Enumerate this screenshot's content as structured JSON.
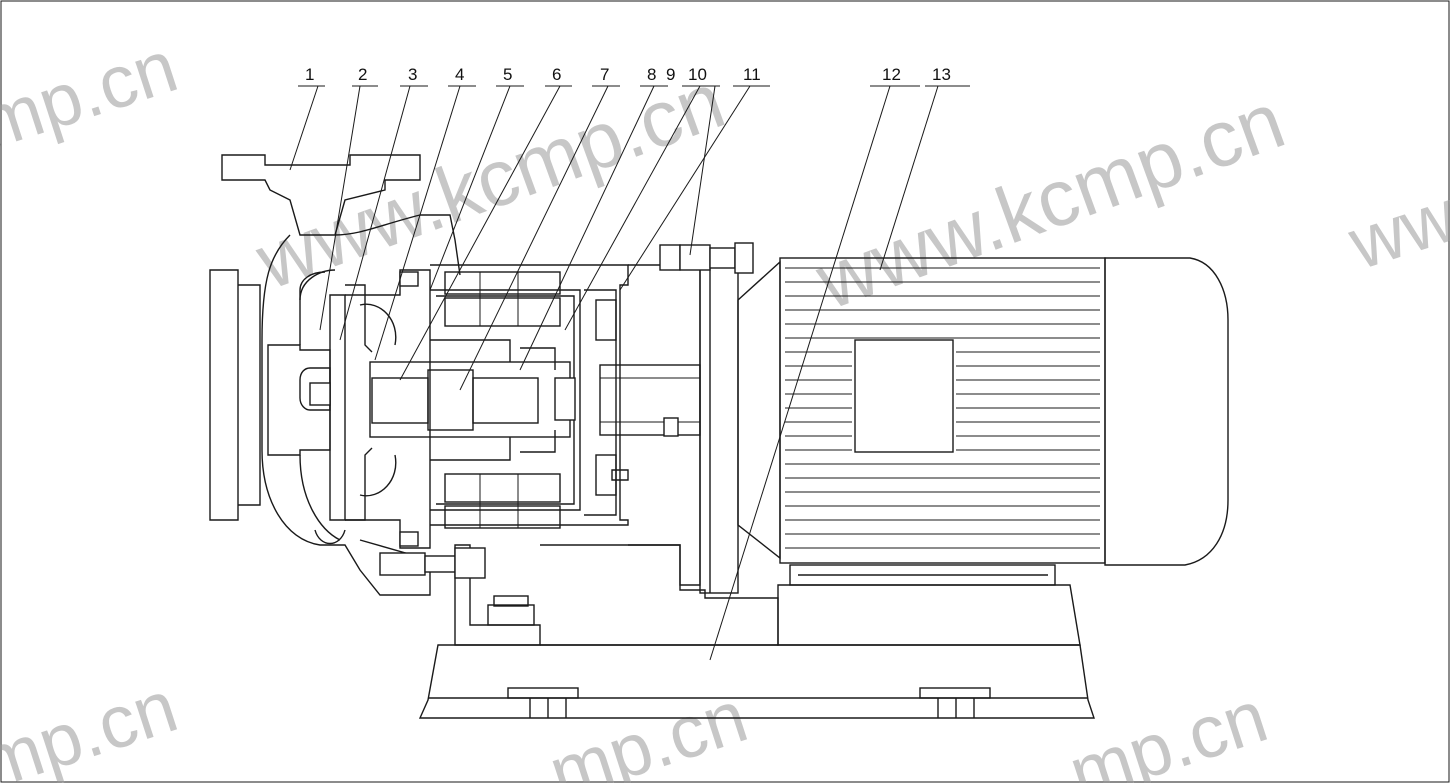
{
  "part_labels": [
    "1",
    "2",
    "3",
    "4",
    "5",
    "6",
    "7",
    "8",
    "9",
    "10",
    "11",
    "12",
    "13"
  ],
  "watermarks": [
    "mp.cn",
    "www.kcmp.cn",
    "www.kcmp.cn",
    "ww",
    "mp.cn",
    "mp.cn",
    "mp.cn"
  ],
  "colors": {
    "line": "#1a1a1a",
    "watermark": "#9a9a9a",
    "background": "#ffffff"
  }
}
